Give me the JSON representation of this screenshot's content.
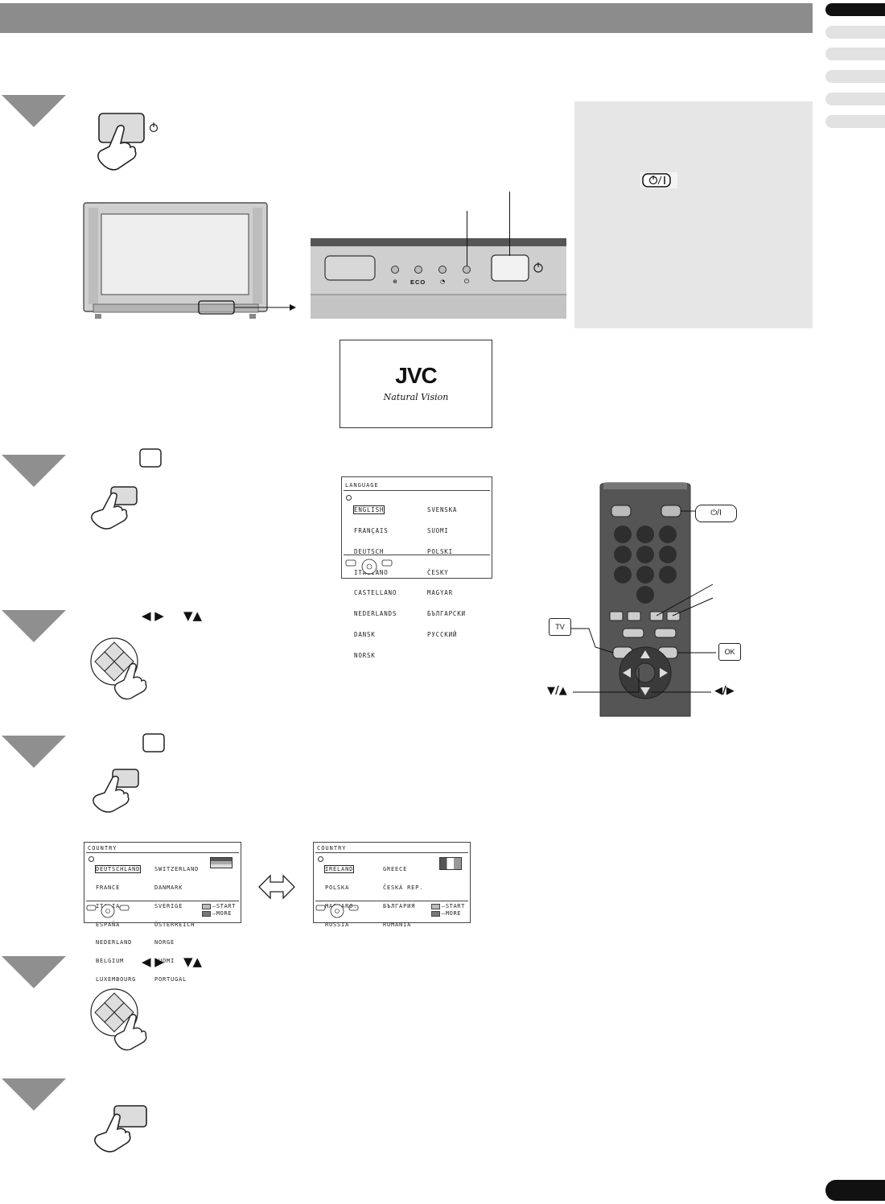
{
  "language_menu": {
    "title": "LANGUAGE",
    "left_column": [
      "ENGLISH",
      "FRANÇAIS",
      "DEUTSCH",
      "ITALIANO",
      "CASTELLANO",
      "NEDERLANDS",
      "DANSK",
      "NORSK"
    ],
    "right_column": [
      "SVENSKA",
      "SUOMI",
      "POLSKI",
      "ČESKY",
      "MAGYAR",
      "БЪЛГАРСКИ",
      "РУССКИЙ"
    ],
    "selected": "ENGLISH"
  },
  "country_menu_1": {
    "title": "COUNTRY",
    "left_column": [
      "DEUTSCHLAND",
      "FRANCE",
      "ITALIA",
      "ESPAÑA",
      "NEDERLAND",
      "BELGIUM",
      "LUXEMBOURG"
    ],
    "right_column": [
      "SWITZERLAND",
      "DANMARK",
      "SVERIGE",
      "ÖSTERREICH",
      "NORGE",
      "SUOMI",
      "PORTUGAL"
    ],
    "selected": "DEUTSCHLAND",
    "legend": [
      "START",
      "MORE"
    ]
  },
  "country_menu_2": {
    "title": "COUNTRY",
    "left_column": [
      "IRELAND",
      "POLSKA",
      "MAGYARO.",
      "RUSSIA"
    ],
    "right_column": [
      "GREECE",
      "ČESKÁ REP.",
      "БЪЛГАРИЯ",
      "RUMANIA"
    ],
    "selected": "IRELAND",
    "legend": [
      "START",
      "MORE"
    ]
  },
  "tv_panel": {
    "indicators": [
      "ECO"
    ]
  },
  "logo": {
    "brand": "JVC",
    "tagline": "Natural Vision"
  },
  "remote_callouts": {
    "power": "⏻/I",
    "tv": "TV",
    "ok": "OK",
    "up_down": "▼/▲",
    "left_right": "◀/▶"
  },
  "key_symbols": {
    "left_right": "◀ ▶",
    "down_up": "▼▲"
  },
  "colors": {
    "header": "#8c8c8c",
    "step_marker": "#8f8f8f",
    "note_box": "#e6e6e6",
    "remote_body": "#555555"
  }
}
